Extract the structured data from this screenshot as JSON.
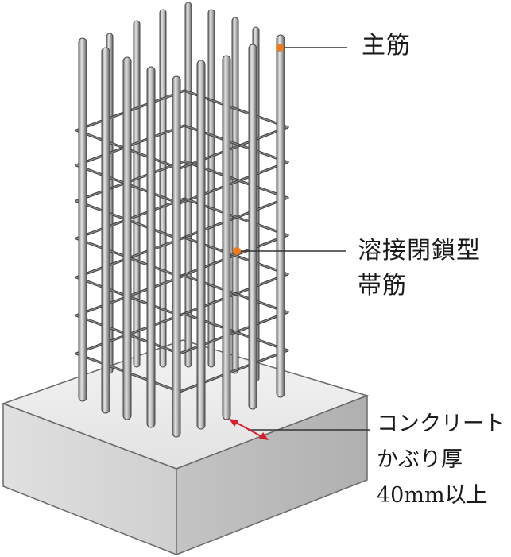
{
  "labels": {
    "main_bar": "主筋",
    "hoop_line1": "溶接閉鎖型",
    "hoop_line2": "帯筋",
    "cover_line1": "コンクリート",
    "cover_line2": "かぶり厚",
    "cover_line3": "40mm以上"
  },
  "colors": {
    "marker": "#f07a1a",
    "cover_arrow": "#d81e2a",
    "leader": "#333333",
    "hoop": "#5a5a5a",
    "rebar_fill": "#b8b8b8",
    "rebar_edge": "#4a4a4a",
    "block_top": "#ececec",
    "block_left": "#d4d4d4",
    "block_right": "#c2c2c2"
  }
}
